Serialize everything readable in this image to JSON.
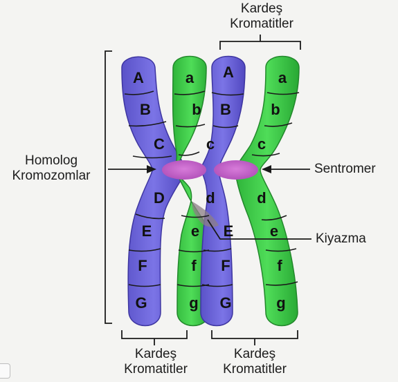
{
  "labels": {
    "top_sisters": [
      "Kardeş",
      "Kromatitler"
    ],
    "homolog": [
      "Homolog",
      "Kromozomlar"
    ],
    "centromere": "Sentromer",
    "chiasma": "Kiyazma",
    "bottom_left_sisters": [
      "Kardeş",
      "Kromatitler"
    ],
    "bottom_right_sisters": [
      "Kardeş",
      "Kromatitler"
    ]
  },
  "chromosomes": {
    "blue_genes": [
      "A",
      "B",
      "C",
      "D",
      "E",
      "F",
      "G"
    ],
    "green_genes": [
      "a",
      "b",
      "c",
      "d",
      "e",
      "f",
      "g"
    ]
  },
  "colors": {
    "blue": "#6b63d9",
    "green": "#3fcf48",
    "centromere": "#c060c6",
    "line": "#1a1a1a"
  }
}
